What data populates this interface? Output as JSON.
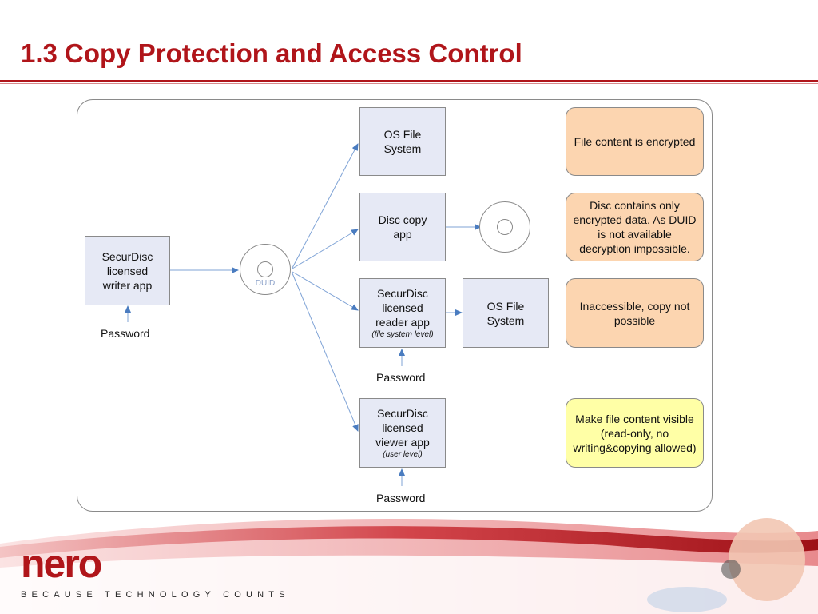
{
  "title": "1.3 Copy Protection and Access Control",
  "writer": {
    "line1": "SecurDisc",
    "line2": "licensed",
    "line3": "writer app",
    "password": "Password"
  },
  "disc_main": {
    "label": "DUID"
  },
  "os_file_system_top": {
    "line1": "OS File",
    "line2": "System"
  },
  "disc_copy": {
    "line1": "Disc copy",
    "line2": "app"
  },
  "reader": {
    "line1": "SecurDisc",
    "line2": "licensed",
    "line3": "reader app",
    "sub": "(file system level)",
    "password": "Password"
  },
  "os_file_system_right": {
    "line1": "OS File",
    "line2": "System"
  },
  "viewer": {
    "line1": "SecurDisc",
    "line2": "licensed",
    "line3": "viewer app",
    "sub": "(user level)",
    "password": "Password"
  },
  "notes": {
    "encrypted": "File content is encrypted",
    "disc_only": "Disc contains only encrypted data. As DUID is not available decryption impossible.",
    "inaccessible": "Inaccessible, copy not possible",
    "visible": "Make file content visible (read-only, no writing&copying allowed)"
  },
  "footer": {
    "logo": "nero",
    "tagline": "BECAUSE TECHNOLOGY COUNTS"
  },
  "colors": {
    "accent": "#b0151a",
    "box_fill": "#e6e9f5",
    "note_orange": "#fcd5b0",
    "note_yellow": "#ffffa6",
    "arrow": "#4a7cc0"
  }
}
